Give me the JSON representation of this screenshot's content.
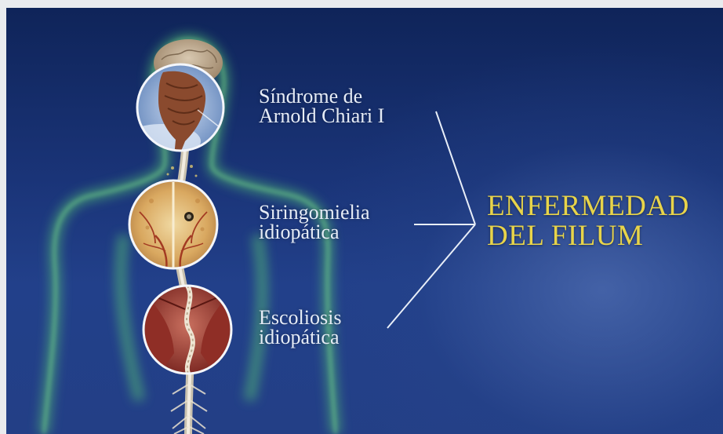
{
  "conditions": [
    {
      "line1": "Síndrome de",
      "line2": "Arnold Chiari I"
    },
    {
      "line1": "Siringomielia",
      "line2": "idiopática"
    },
    {
      "line1": "Escoliosis",
      "line2": "idiopática"
    }
  ],
  "result": {
    "line1": "ENFERMEDAD",
    "line2": "DEL FILUM"
  },
  "colors": {
    "background": "#1a3478",
    "body_glow": "#5fd07a",
    "label_text": "#e6ecf6",
    "result_text": "#e8d44a",
    "connector": "#e8eef8"
  },
  "icons": [
    "brain-hindbrain-icon",
    "spinal-cord-section-icon",
    "back-muscles-spine-icon"
  ]
}
